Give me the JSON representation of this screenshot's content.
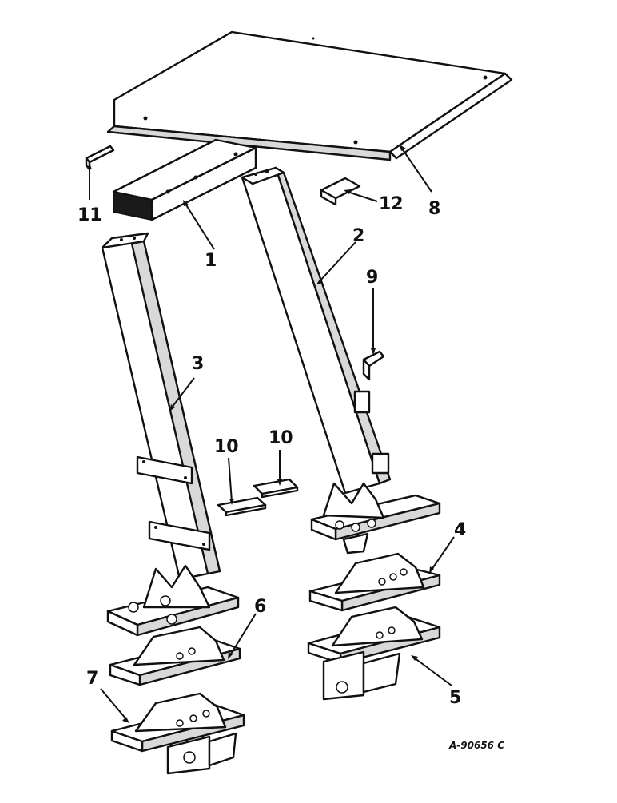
{
  "diagram": {
    "callouts": {
      "c1": "1",
      "c2": "2",
      "c3": "3",
      "c4": "4",
      "c5": "5",
      "c6": "6",
      "c7": "7",
      "c8": "8",
      "c9": "9",
      "c10a": "10",
      "c10b": "10",
      "c11": "11",
      "c12": "12"
    },
    "reference_code": "A-90656 C"
  }
}
